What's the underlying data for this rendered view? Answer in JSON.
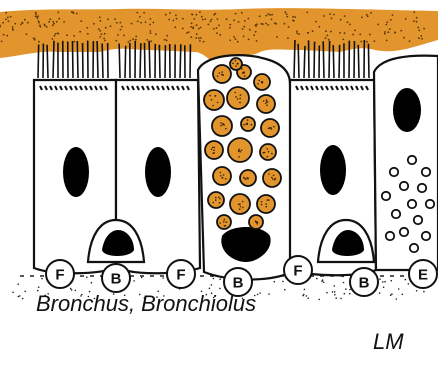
{
  "figure": {
    "title": "Bronchus, Bronchiolus",
    "magnification": "LM",
    "colors": {
      "mucus": "#e2952d",
      "granule": "#e2952d",
      "outline": "#111111",
      "nucleus": "#000000",
      "background": "#ffffff"
    }
  },
  "cell_labels": {
    "fibroblast": "F",
    "basal": "B",
    "endocrine": "E"
  },
  "cells": [
    {
      "name": "ciliated-cell-1",
      "type": "ciliated"
    },
    {
      "name": "ciliated-cell-2",
      "type": "ciliated"
    },
    {
      "name": "goblet-cell",
      "type": "goblet"
    },
    {
      "name": "ciliated-cell-3",
      "type": "ciliated"
    },
    {
      "name": "secretory-cell",
      "type": "granular"
    }
  ]
}
